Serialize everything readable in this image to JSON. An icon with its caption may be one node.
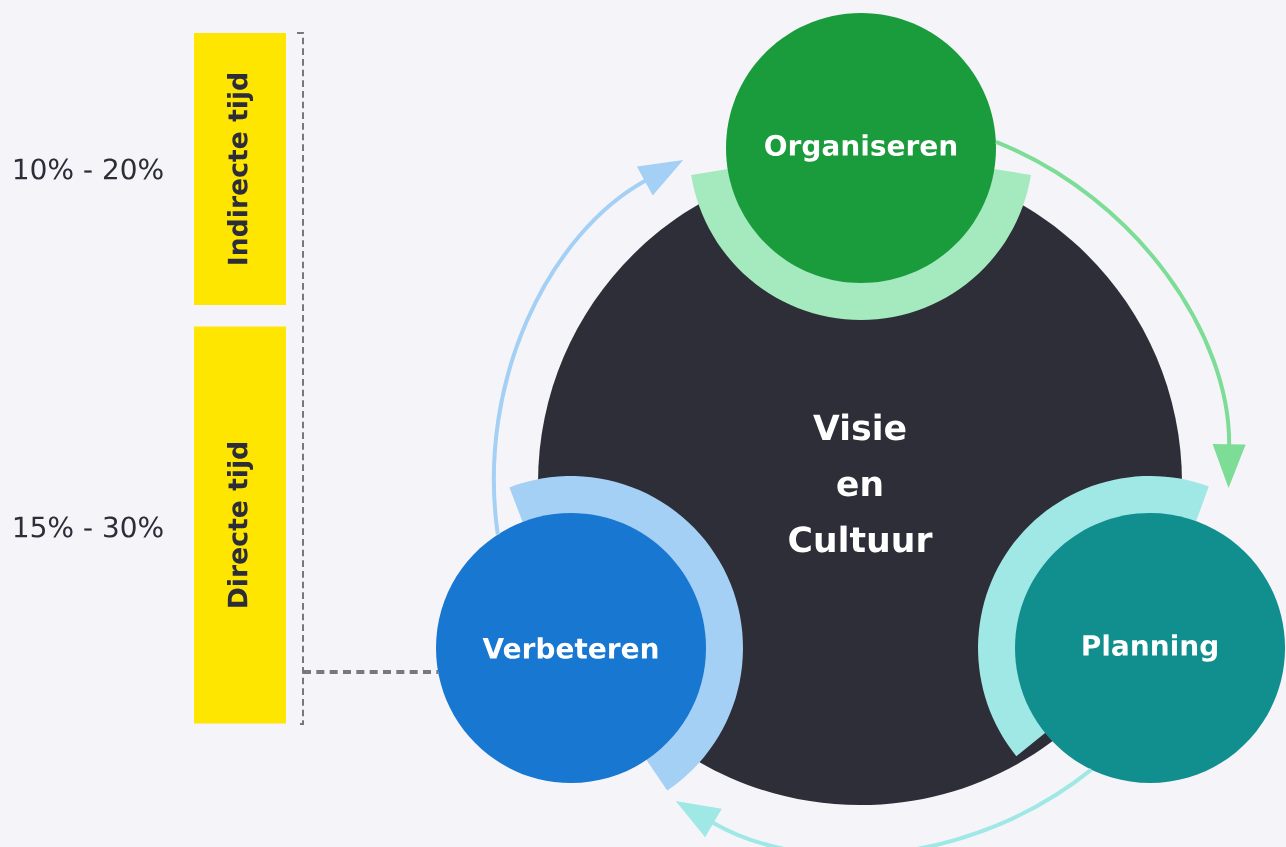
{
  "diagram": {
    "nodes": [
      {
        "text": [
          "Visie en Cultuur"
        ]
      },
      {
        "text": [
          "Organiseren"
        ]
      },
      {
        "text": [
          "Planning"
        ]
      },
      {
        "text": [
          "Verbeteren"
        ]
      },
      {
        "text": [
          "Indirecte tijd"
        ],
        "beside": [
          "10% - 20%"
        ]
      },
      {
        "text": [
          "Directe tijd"
        ],
        "beside": [
          "15% - 30%"
        ]
      }
    ],
    "edges": [
      {
        "from": 1,
        "to": 2,
        "arrow": "to",
        "color": "#7ddd97"
      },
      {
        "from": 2,
        "to": 3,
        "arrow": "to",
        "color": "#a0e8e6"
      },
      {
        "from": 3,
        "to": 1,
        "arrow": "to",
        "color": "#a4d0f5"
      },
      {
        "from": null,
        "to": 3,
        "arrow": "none",
        "style": "dashed",
        "color": "#77777f"
      }
    ]
  }
}
